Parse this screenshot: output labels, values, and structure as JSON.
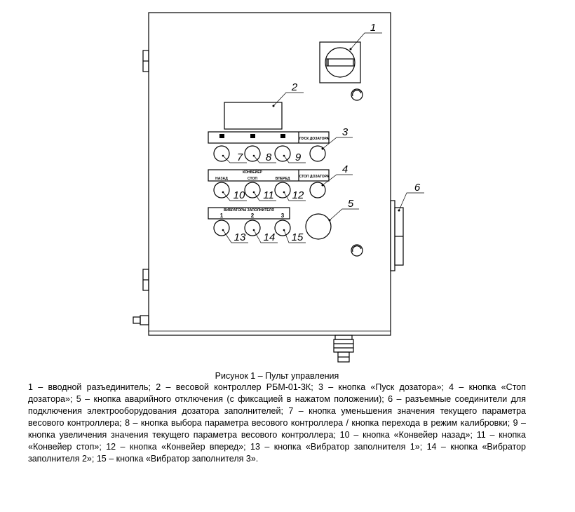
{
  "figure": {
    "callouts": [
      "1",
      "2",
      "3",
      "4",
      "5",
      "6",
      "7",
      "8",
      "9",
      "10",
      "11",
      "12",
      "13",
      "14",
      "15"
    ],
    "plate_row1": {
      "right_label": "ПУСК ДОЗАТОРА"
    },
    "plate_row2": {
      "title": "КОНВЕЙЕР",
      "labels": [
        "НАЗАД",
        "СТОП",
        "ВПЕРЕД"
      ],
      "right_label": "СТОП ДОЗАТОРА"
    },
    "plate_row3": {
      "title": "ВИБРАТОРЫ ЗАПОЛНИТЕЛЯ",
      "labels": [
        "1",
        "2",
        "3"
      ]
    }
  },
  "caption": {
    "title": "Рисунок 1 – Пульт управления",
    "body": "1 – вводной разъединитель; 2 – весовой контроллер РБМ-01-3К; 3 – кнопка «Пуск дозатора»; 4 – кнопка «Стоп дозатора»; 5 – кнопка аварийного отключения (с фиксацией в нажатом положении); 6 – разъемные соединители для подключения электрооборудования дозатора заполнителей; 7 – кнопка уменьшения значения текущего параметра весового контроллера; 8 – кнопка выбора параметра весового контроллера / кнопка перехода в режим калибровки; 9 – кнопка увеличения значения текущего параметра весового контроллера; 10 – кнопка «Конвейер назад»; 11 – кнопка «Конвейер стоп»; 12 – кнопка «Конвейер вперед»; 13 – кнопка «Вибратор заполнителя 1»; 14 – кнопка «Вибратор заполнителя 2»; 15 – кнопка «Вибратор заполнителя 3»."
  }
}
